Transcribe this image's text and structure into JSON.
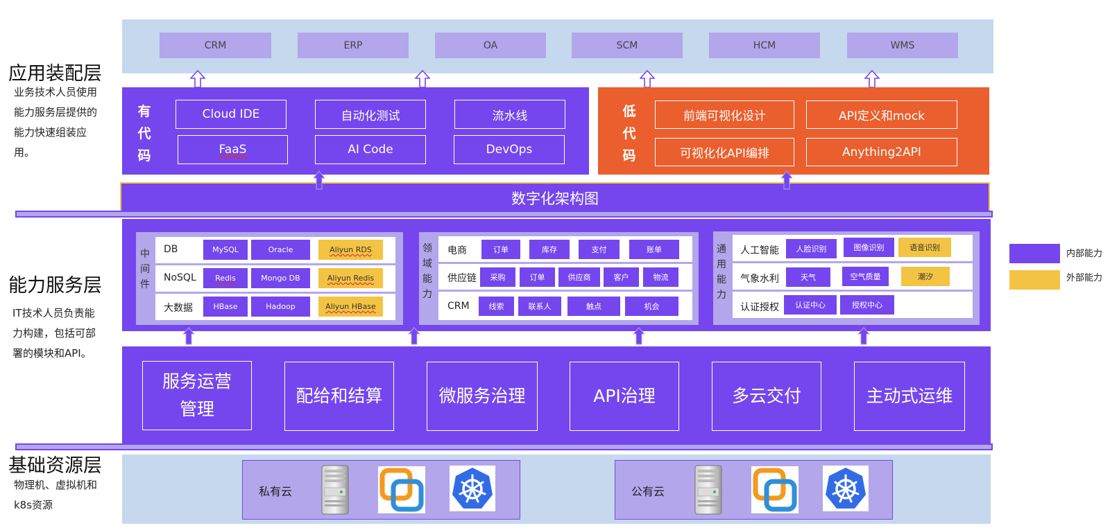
{
  "layers": {
    "app": {
      "title": "应用装配层",
      "desc": [
        "业务技术人员使用",
        "能力服务层提供的",
        "能力快速组装应",
        "用。"
      ]
    },
    "capability": {
      "title": "能力服务层",
      "desc": [
        "IT技术人员负责能",
        "力构建，包括可部",
        "署的模块和API。"
      ]
    },
    "infra": {
      "title": "基础资源层",
      "desc": [
        "物理机、虚拟机和",
        "k8s资源"
      ]
    }
  },
  "apps": [
    "CRM",
    "ERP",
    "OA",
    "SCM",
    "HCM",
    "WMS"
  ],
  "procode": {
    "label": [
      "有",
      "代",
      "码"
    ],
    "tools": [
      "Cloud IDE",
      "自动化测试",
      "流水线",
      "FaaS",
      "AI Code",
      "DevOps"
    ]
  },
  "lowcode": {
    "label": [
      "低",
      "代",
      "码"
    ],
    "tools": [
      "前端可视化设计",
      "API定义和mock",
      "可视化化API编排",
      "Anything2API"
    ]
  },
  "arch_title": "数字化架构图",
  "middleware": {
    "side": [
      "中",
      "间",
      "件"
    ],
    "rows": [
      {
        "label": "DB",
        "chips": [
          {
            "t": "MySQL",
            "ext": false
          },
          {
            "t": "Oracle",
            "ext": false
          },
          {
            "t": "Aliyun RDS",
            "ext": true
          }
        ]
      },
      {
        "label": "NoSQL",
        "chips": [
          {
            "t": "Redis",
            "ext": false
          },
          {
            "t": "Mongo DB",
            "ext": false
          },
          {
            "t": "Aliyun Redis",
            "ext": true
          }
        ]
      },
      {
        "label": "大数据",
        "chips": [
          {
            "t": "HBase",
            "ext": false
          },
          {
            "t": "Hadoop",
            "ext": false
          },
          {
            "t": "Aliyun HBase",
            "ext": true
          }
        ]
      }
    ]
  },
  "domain": {
    "side": [
      "领",
      "域",
      "能",
      "力"
    ],
    "rows": [
      {
        "label": "电商",
        "chips": [
          "订单",
          "库存",
          "支付",
          "账单"
        ]
      },
      {
        "label": "供应链",
        "chips": [
          "采购",
          "订单",
          "供应商",
          "客户",
          "物流"
        ]
      },
      {
        "label": "CRM",
        "chips": [
          "线索",
          "联系人",
          "触点",
          "机会"
        ]
      }
    ]
  },
  "general": {
    "side": [
      "通",
      "用",
      "能",
      "力"
    ],
    "rows": [
      {
        "label": "人工智能",
        "chips": [
          {
            "t": "人脸识别",
            "ext": false
          },
          {
            "t": "图像识别",
            "ext": false
          },
          {
            "t": "语音识别",
            "ext": true
          }
        ]
      },
      {
        "label": "气象水利",
        "chips": [
          {
            "t": "天气",
            "ext": false
          },
          {
            "t": "空气质量",
            "ext": false
          },
          {
            "t": "潮汐",
            "ext": true
          }
        ]
      },
      {
        "label": "认证授权",
        "chips": [
          {
            "t": "认证中心",
            "ext": false
          },
          {
            "t": "授权中心",
            "ext": false
          }
        ]
      }
    ]
  },
  "services": [
    [
      "服务运营",
      "管理"
    ],
    [
      "配给和结算"
    ],
    [
      "微服务治理"
    ],
    [
      "API治理"
    ],
    [
      "多云交付"
    ],
    [
      "主动式运维"
    ]
  ],
  "clouds": [
    "私有云",
    "公有云"
  ],
  "legend": [
    {
      "label": "内部能力",
      "color": "#7546ee"
    },
    {
      "label": "外部能力",
      "color": "#f3c443"
    }
  ],
  "colors": {
    "internal": "#7546ee",
    "external": "#f3c443",
    "lowcode": "#ea5f2d",
    "band": "#c5d8ee",
    "panel": "#b3a6eb"
  }
}
